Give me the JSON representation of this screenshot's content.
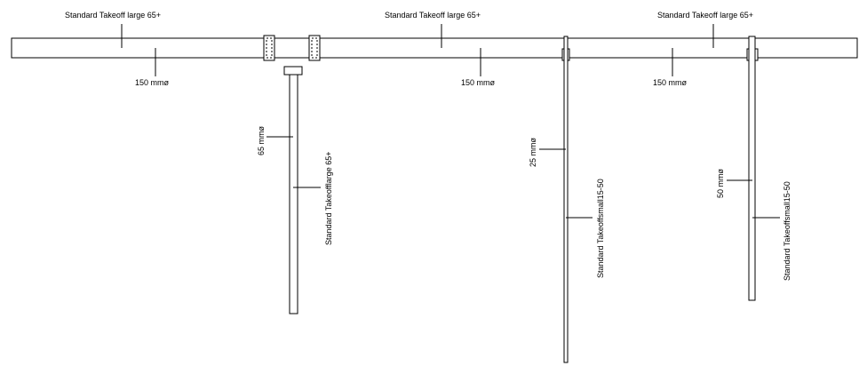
{
  "main_duct": {
    "tag_left": "Standard Takeoff large 65+",
    "tag_mid": "Standard Takeoff large 65+",
    "tag_right": "Standard Takeoff large 65+",
    "size_left": "150 mmø",
    "size_mid": "150 mmø",
    "size_right": "150 mmø"
  },
  "branches": [
    {
      "size": "65 mmø",
      "tag": "Standard Takeofflarge 65+"
    },
    {
      "size": "25 mmø",
      "tag": "Standard Takeoffsmall15-50"
    },
    {
      "size": "50 mmø",
      "tag": "Standard Takeoffsmall15-50"
    }
  ]
}
